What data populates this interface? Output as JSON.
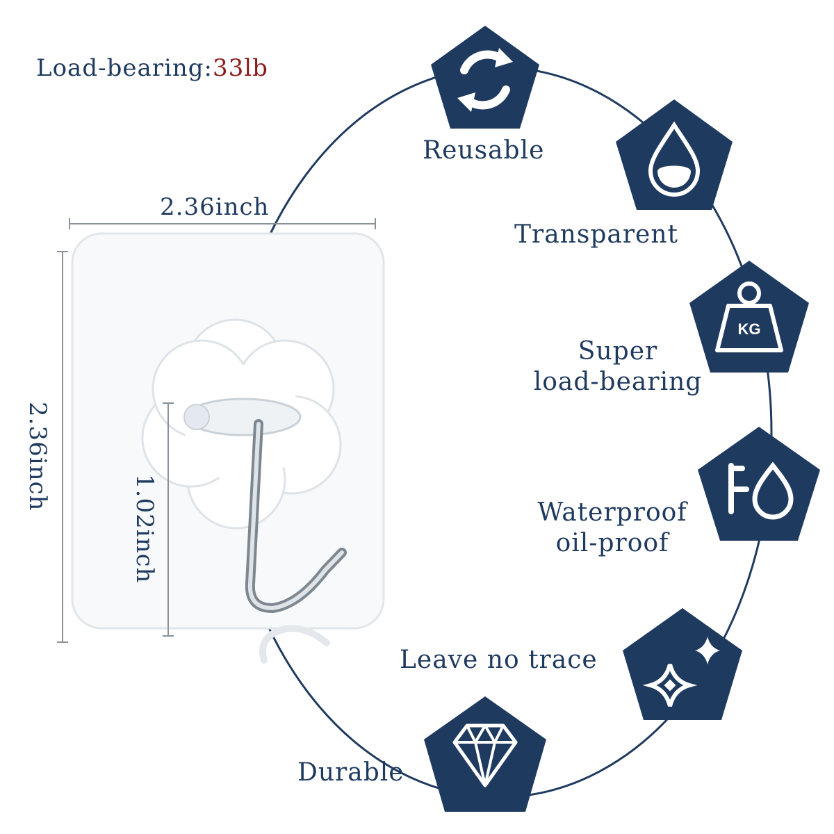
{
  "load_bearing": {
    "label": "Load-bearing:",
    "value": "33lb"
  },
  "dimensions": {
    "width": "2.36inch",
    "height": "2.36inch",
    "hook_length": "1.02inch"
  },
  "features": [
    {
      "label": "Reusable",
      "icon": "recycle-arrows-icon"
    },
    {
      "label": "Transparent",
      "icon": "water-drop-icon"
    },
    {
      "label_line1": "Super",
      "label_line2": "load-bearing",
      "icon": "kg-weight-icon",
      "icon_text": "KG"
    },
    {
      "label_line1": "Waterproof",
      "label_line2": "oil-proof",
      "icon": "faucet-drop-icon"
    },
    {
      "label": "Leave no trace",
      "icon": "sparkle-icon"
    },
    {
      "label": "Durable",
      "icon": "diamond-icon"
    }
  ],
  "colors": {
    "primary": "#1f3a5f",
    "accent_value": "#8b1a1a",
    "icon_fill": "#1f3a5f",
    "icon_glyph": "#ffffff"
  }
}
